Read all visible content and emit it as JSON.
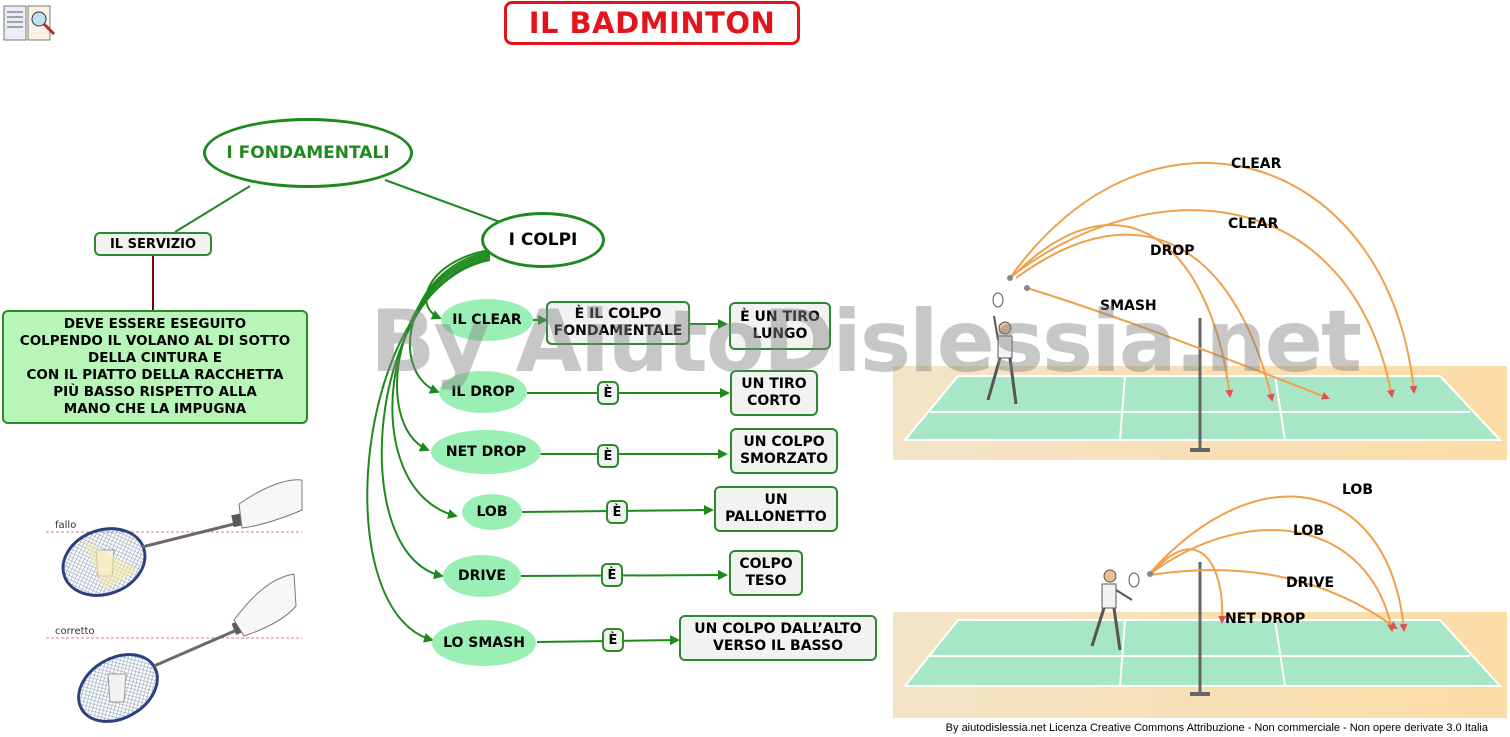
{
  "title": "IL BADMINTON",
  "root": "I FONDAMENTALI",
  "servizio": {
    "label": "IL SERVIZIO",
    "description_lines": [
      "DEVE ESSERE ESEGUITO",
      "COLPENDO IL VOLANO AL DI SOTTO",
      "DELLA CINTURA E",
      "CON IL PIATTO DELLA RACCHETTA",
      "PIÙ BASSO RISPETTO ALLA",
      "MANO CHE LA IMPUGNA"
    ],
    "illustration_labels": {
      "fault": "fallo",
      "correct": "corretto"
    }
  },
  "colpi": {
    "label": "I COLPI",
    "items": [
      {
        "name": "IL CLEAR",
        "link_lines": [
          "È IL COLPO",
          "FONDAMENTALE"
        ],
        "definition_lines": [
          "È UN TIRO",
          "LUNGO"
        ]
      },
      {
        "name": "IL DROP",
        "link": "È",
        "definition_lines": [
          "UN TIRO",
          "CORTO"
        ]
      },
      {
        "name": "NET DROP",
        "link": "È",
        "definition_lines": [
          "UN COLPO",
          "SMORZATO"
        ]
      },
      {
        "name": "LOB",
        "link": "È",
        "definition_lines": [
          "UN",
          "PALLONETTO"
        ]
      },
      {
        "name": "DRIVE",
        "link": "È",
        "definition_lines": [
          "COLPO",
          "TESO"
        ]
      },
      {
        "name": "LO SMASH",
        "link": "È",
        "definition_lines": [
          "UN COLPO DALL’ALTO",
          "VERSO IL BASSO"
        ]
      }
    ]
  },
  "court_top_labels": [
    "CLEAR",
    "CLEAR",
    "DROP",
    "SMASH"
  ],
  "court_bottom_labels": [
    "LOB",
    "LOB",
    "DRIVE",
    "NET DROP"
  ],
  "watermark": "By AiutoDislessia.net",
  "footer": "By aiutodislessia.net Licenza Creative Commons Attribuzione - Non commerciale - Non opere derivate 3.0 Italia",
  "colors": {
    "title": "#e3141b",
    "node_border": "#1e8a1e",
    "pill": "#9af0b4",
    "trajectory": "#f0a04a",
    "court": "#a8e6c8"
  }
}
